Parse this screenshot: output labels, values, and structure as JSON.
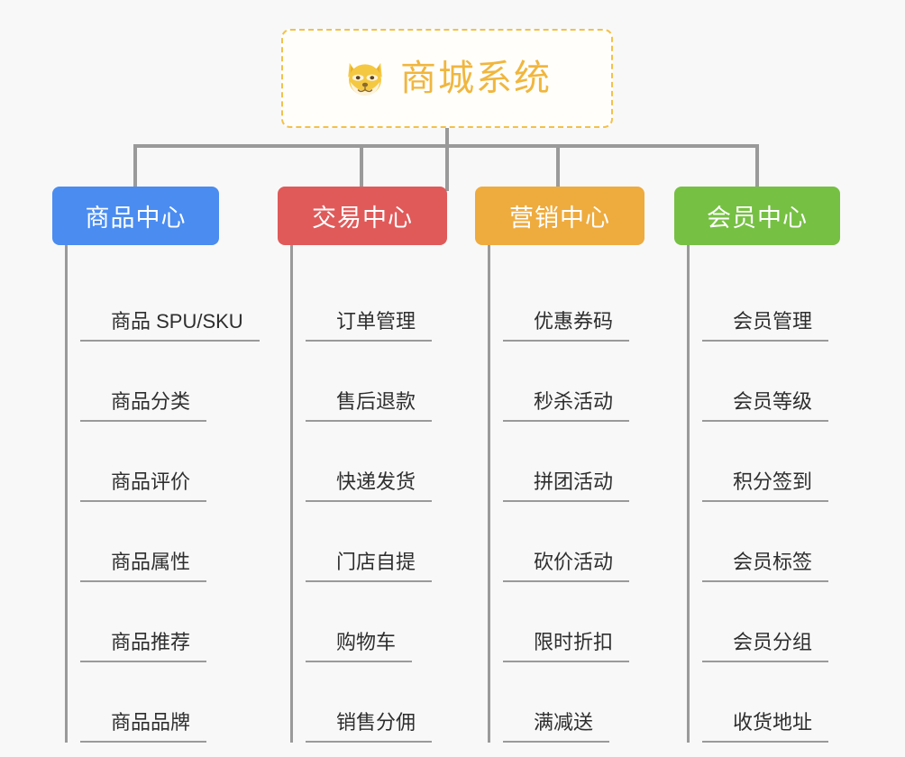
{
  "root": {
    "title": "商城系统",
    "icon": "dog-face-icon",
    "border_color": "#f3c14a",
    "text_color": "#f0b63e"
  },
  "page": {
    "background": "#f8f8f8",
    "connector_color": "#9a9a9a"
  },
  "columns": [
    {
      "header": "商品中心",
      "color": "#4a8cf0",
      "items": [
        "商品 SPU/SKU",
        "商品分类",
        "商品评价",
        "商品属性",
        "商品推荐",
        "商品品牌"
      ]
    },
    {
      "header": "交易中心",
      "color": "#e05a5a",
      "items": [
        "订单管理",
        "售后退款",
        "快递发货",
        "门店自提",
        "购物车",
        "销售分佣"
      ]
    },
    {
      "header": "营销中心",
      "color": "#eeab3e",
      "items": [
        "优惠券码",
        "秒杀活动",
        "拼团活动",
        "砍价活动",
        "限时折扣",
        "满减送"
      ]
    },
    {
      "header": "会员中心",
      "color": "#76c043",
      "items": [
        "会员管理",
        "会员等级",
        "积分签到",
        "会员标签",
        "会员分组",
        "收货地址"
      ]
    }
  ]
}
